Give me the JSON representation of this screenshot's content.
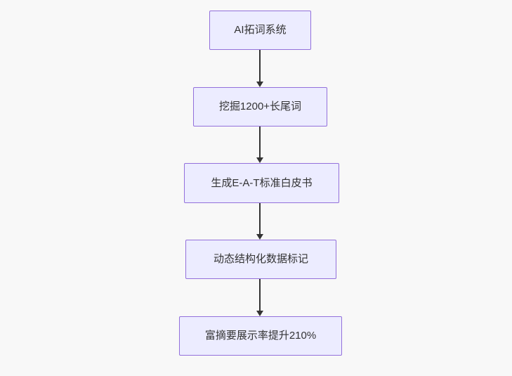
{
  "diagram": {
    "type": "flowchart",
    "direction": "top-down",
    "nodes": [
      {
        "id": "n1",
        "label": "AI拓词系统"
      },
      {
        "id": "n2",
        "label": "挖掘1200+长尾词"
      },
      {
        "id": "n3",
        "label": "生成E-A-T标准白皮书"
      },
      {
        "id": "n4",
        "label": "动态结构化数据标记"
      },
      {
        "id": "n5",
        "label": "富摘要展示率提升210%"
      }
    ],
    "edges": [
      {
        "from": "n1",
        "to": "n2",
        "style": "arrow-down"
      },
      {
        "from": "n2",
        "to": "n3",
        "style": "arrow-down"
      },
      {
        "from": "n3",
        "to": "n4",
        "style": "arrow-down"
      },
      {
        "from": "n4",
        "to": "n5",
        "style": "arrow-down"
      }
    ],
    "colors": {
      "node_fill": "#ECECFF",
      "node_border": "#9370DB",
      "arrow": "#333333",
      "text": "#333333",
      "background": "#f8f8f8"
    }
  }
}
